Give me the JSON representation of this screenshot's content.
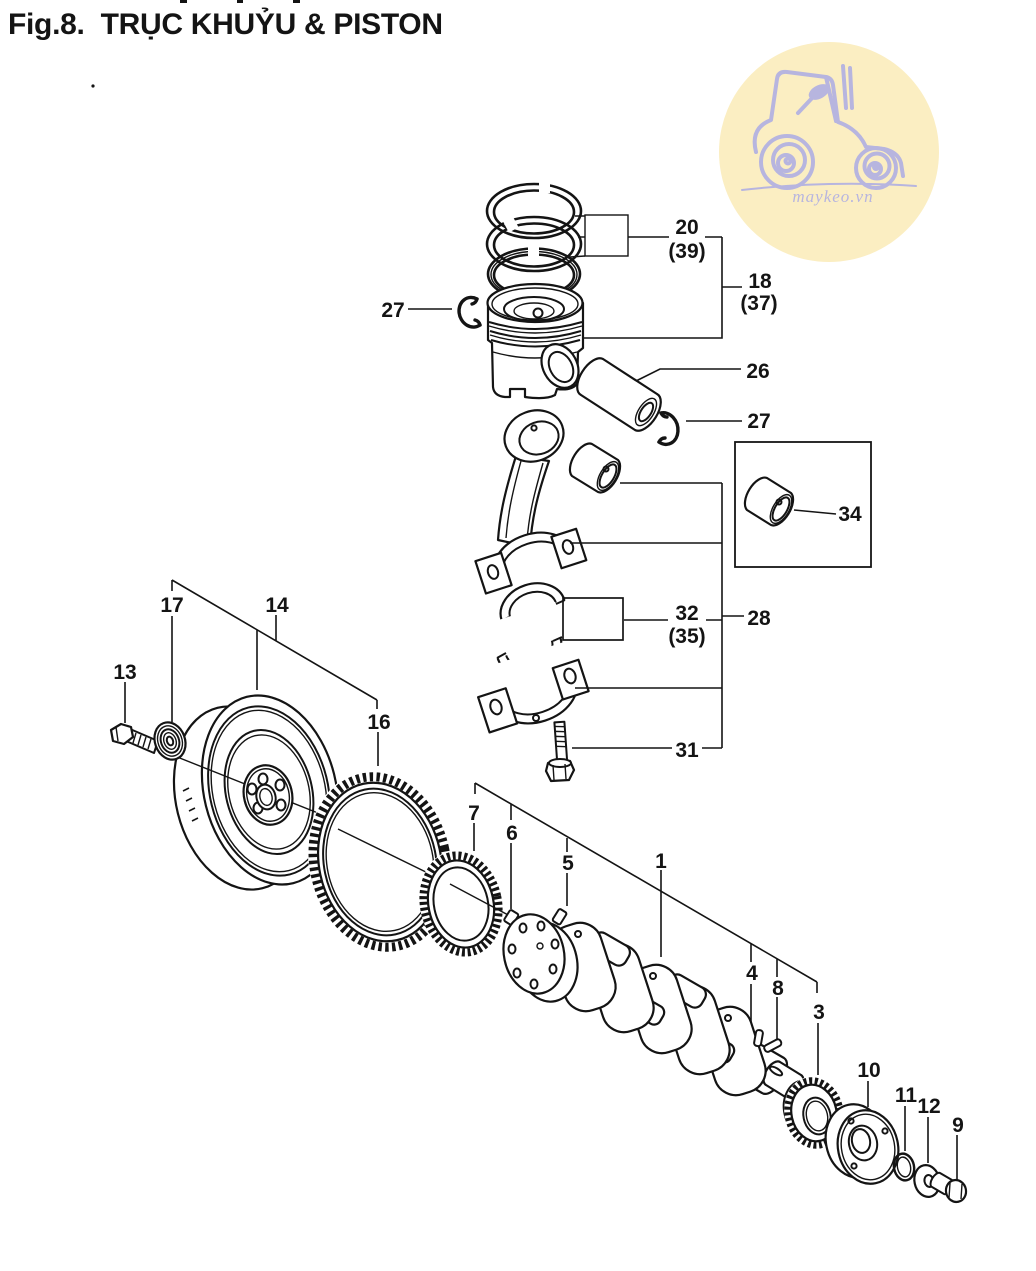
{
  "figure": {
    "title": "Fig.8.  TRỤC KHUỶU & PISTON"
  },
  "watermark": {
    "text": "maykeo.vn",
    "bg_color": "#FBEEC2",
    "art_color": "#B7B5DF"
  },
  "colors": {
    "ink": "#141414",
    "paper": "#FFFFFF"
  },
  "callouts": [
    {
      "id": "snap-ring-left",
      "text": "27"
    },
    {
      "id": "piston-rings",
      "text": "20"
    },
    {
      "id": "piston-rings-alt",
      "text": "(39)"
    },
    {
      "id": "piston-assy",
      "text": "18"
    },
    {
      "id": "piston-assy-alt",
      "text": "(37)"
    },
    {
      "id": "piston-pin",
      "text": "26"
    },
    {
      "id": "snap-ring-right",
      "text": "27"
    },
    {
      "id": "bushing-boxed",
      "text": "34"
    },
    {
      "id": "rod-bearing",
      "text": "32"
    },
    {
      "id": "rod-bearing-alt",
      "text": "(35)"
    },
    {
      "id": "conn-rod-assy",
      "text": "28"
    },
    {
      "id": "rod-bolt",
      "text": "31"
    },
    {
      "id": "pilot-bearing",
      "text": "17"
    },
    {
      "id": "flywheel",
      "text": "14"
    },
    {
      "id": "flywheel-bolt",
      "text": "13"
    },
    {
      "id": "ring-gear",
      "text": "16"
    },
    {
      "id": "crank-gear-rear",
      "text": "7"
    },
    {
      "id": "dowel-pin",
      "text": "6"
    },
    {
      "id": "key-pin",
      "text": "5"
    },
    {
      "id": "crankshaft",
      "text": "1"
    },
    {
      "id": "pin-4",
      "text": "4"
    },
    {
      "id": "woodruff-key",
      "text": "8"
    },
    {
      "id": "crank-timing-gear",
      "text": "3"
    },
    {
      "id": "crank-pulley",
      "text": "10"
    },
    {
      "id": "o-ring",
      "text": "11"
    },
    {
      "id": "washer",
      "text": "12"
    },
    {
      "id": "pulley-bolt",
      "text": "9"
    }
  ]
}
